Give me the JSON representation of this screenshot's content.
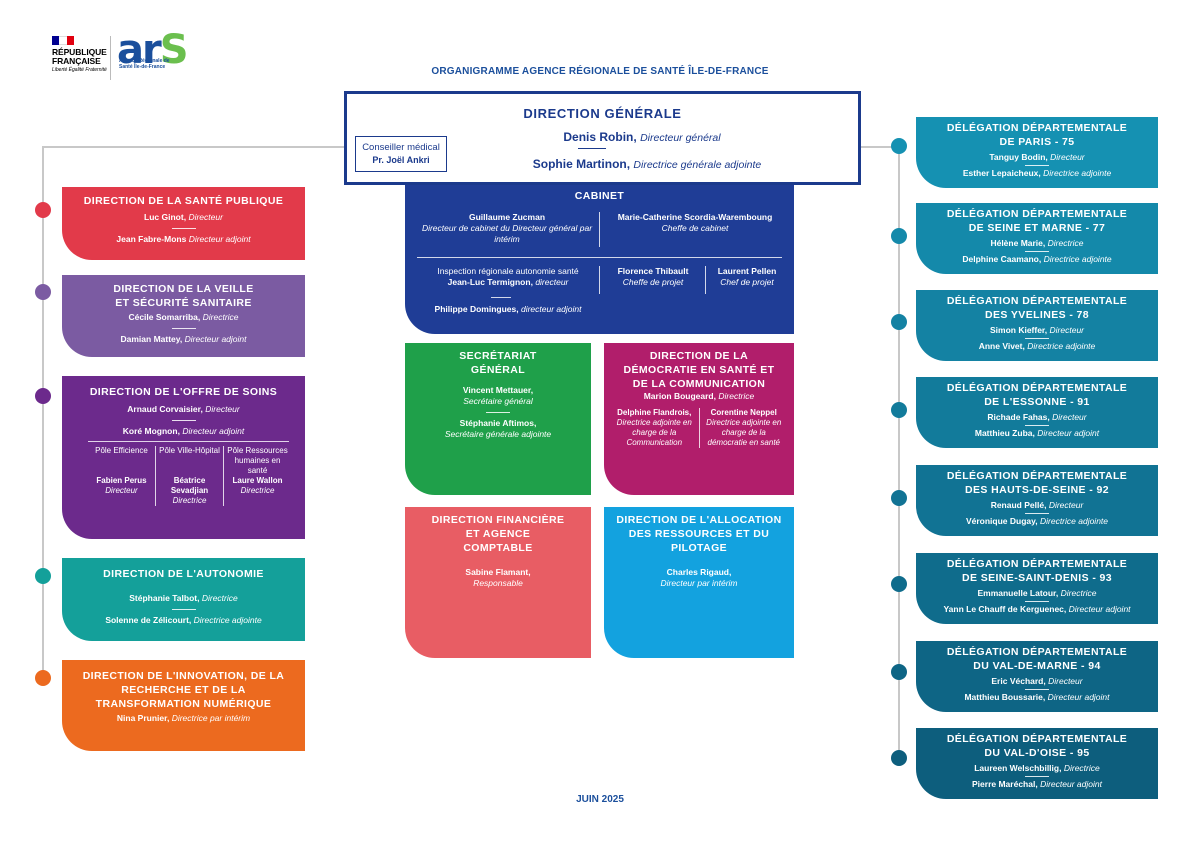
{
  "header": {
    "rf_name": "République Française",
    "rf_motto": "Liberté Égalité Fraternité",
    "ars_logo_a": "ar",
    "ars_logo_s": "S",
    "ars_sub": "Agence Régionale de Santé Île-de-France",
    "title": "ORGANIGRAMME AGENCE RÉGIONALE DE SANTÉ  ÎLE-DE-FRANCE",
    "date": "JUIN 2025"
  },
  "colors": {
    "navy": "#1b3a8c",
    "line": "#c8c8c8"
  },
  "dg": {
    "title": "DIRECTION GÉNÉRALE",
    "p1_name": "Denis Robin,",
    "p1_role": "Directeur général",
    "p2_name": "Sophie Martinon,",
    "p2_role": "Directrice générale adjointe",
    "cm_title": "Conseiller médical",
    "cm_name": "Pr. Joël Ankri"
  },
  "cabinet": {
    "title": "CABINET",
    "a_name": "Guillaume Zucman",
    "a_role": "Directeur de cabinet du Directeur général par intérim",
    "b_name": "Marie-Catherine Scordia-Waremboung",
    "b_role": "Cheffe de cabinet",
    "c_title": "Inspection régionale autonomie santé",
    "c_name": "Jean-Luc Termignon,",
    "c_role": "directeur",
    "d_name": "Florence Thibault",
    "d_role": "Cheffe de projet",
    "e_name": "Laurent Pellen",
    "e_role": "Chef de projet",
    "f_name": "Philippe Domingues,",
    "f_role": "directeur adjoint"
  },
  "left_boxes": [
    {
      "title": "DIRECTION DE LA SANTÉ PUBLIQUE",
      "a_name": "Luc Ginot,",
      "a_role": "Directeur",
      "b_name": "Jean Fabre-Mons",
      "b_role": "Directeur adjoint",
      "color": "#e23a4a"
    },
    {
      "title": "DIRECTION DE LA VEILLE ET SÉCURITÉ SANITAIRE",
      "a_name": "Cécile Somarriba,",
      "a_role": "Directrice",
      "b_name": "Damian Mattey,",
      "b_role": "Directeur adjoint",
      "color": "#7b5ba2"
    },
    {
      "title": "DIRECTION DE L'OFFRE DE SOINS",
      "a_name": "Arnaud Corvaisier,",
      "a_role": "Directeur",
      "b_name": "Koré Mognon,",
      "b_role": "Directeur adjoint",
      "color": "#6c2a8c",
      "poles": [
        {
          "title": "Pôle Efficience",
          "name": "Fabien Perus",
          "role": "Directeur"
        },
        {
          "title": "Pôle Ville-Hôpital",
          "name": "Béatrice Sevadjian",
          "role": "Directrice"
        },
        {
          "title": "Pôle Ressources humaines en santé",
          "name": "Laure Wallon",
          "role": "Directrice"
        }
      ]
    },
    {
      "title": "DIRECTION DE L'AUTONOMIE",
      "a_name": "Stéphanie Talbot,",
      "a_role": "Directrice",
      "b_name": "Solenne de Zélicourt,",
      "b_role": "Directrice adjointe",
      "color": "#14a09a"
    },
    {
      "title": "DIRECTION DE L'INNOVATION, DE LA RECHERCHE ET DE LA TRANSFORMATION NUMÉRIQUE",
      "a_name": "Nina Prunier,",
      "a_role": "Directrice par intérim",
      "color": "#ec6a1f"
    }
  ],
  "center_boxes": [
    {
      "title": "SECRÉTARIAT GÉNÉRAL",
      "a_name": "Vincent Mettauer,",
      "a_role": "Secrétaire général",
      "b_name": "Stéphanie Aftimos,",
      "b_role": "Secrétaire générale adjointe",
      "color": "#1fa04a"
    },
    {
      "title": "DIRECTION DE LA DÉMOCRATIE EN SANTÉ ET DE LA COMMUNICATION",
      "a_name": "Marion Bougeard,",
      "a_role": "Directrice",
      "b_name": "Delphine Flandrois,",
      "b_role": "Directrice adjointe en charge de la Communication",
      "c_name": "Corentine Neppel",
      "c_role": "Directrice adjointe en charge de la démocratie en santé",
      "color": "#b11e6b"
    },
    {
      "title": "DIRECTION FINANCIÈRE ET AGENCE COMPTABLE",
      "a_name": "Sabine Flamant,",
      "a_role": "Responsable",
      "color": "#e85d64"
    },
    {
      "title": "DIRECTION DE L'ALLOCATION DES RESSOURCES ET DU PILOTAGE",
      "a_name": "Charles Rigaud,",
      "a_role": "Directeur par intérim",
      "color": "#13a2df"
    }
  ],
  "right_boxes": [
    {
      "title": "DÉLÉGATION DÉPARTEMENTALE DE PARIS - 75",
      "a_name": "Tanguy Bodin,",
      "a_role": "Directeur",
      "b_name": "Esther Lepaicheux,",
      "b_role": "Directrice adjointe",
      "color": "#1591b2"
    },
    {
      "title": "DÉLÉGATION DÉPARTEMENTALE DE SEINE ET MARNE - 77",
      "a_name": "Hélène Marie,",
      "a_role": "Directrice",
      "b_name": "Delphine Caamano,",
      "b_role": "Directrice adjointe",
      "color": "#1489aa"
    },
    {
      "title": "DÉLÉGATION DÉPARTEMENTALE DES YVELINES - 78",
      "a_name": "Simon Kieffer,",
      "a_role": "Directeur",
      "b_name": "Anne Vivet,",
      "b_role": "Directrice adjointe",
      "color": "#1482a3"
    },
    {
      "title": "DÉLÉGATION DÉPARTEMENTALE DE L'ESSONNE - 91",
      "a_name": "Richade Fahas,",
      "a_role": "Directeur",
      "b_name": "Matthieu Zuba,",
      "b_role": "Directeur adjoint",
      "color": "#127b9b"
    },
    {
      "title": "DÉLÉGATION DÉPARTEMENTALE DES HAUTS-DE-SEINE - 92",
      "a_name": "Renaud Pellé,",
      "a_role": "Directeur",
      "b_name": "Véronique Dugay,",
      "b_role": "Directrice adjointe",
      "color": "#117394"
    },
    {
      "title": "DÉLÉGATION DÉPARTEMENTALE DE SEINE-SAINT-DENIS - 93",
      "a_name": "Emmanuelle Latour,",
      "a_role": "Directrice",
      "b_name": "Yann Le Chauff de Kerguenec,",
      "b_role": "Directeur adjoint",
      "color": "#0f6c8c"
    },
    {
      "title": "DÉLÉGATION DÉPARTEMENTALE DU VAL-DE-MARNE - 94",
      "a_name": "Eric Véchard,",
      "a_role": "Directeur",
      "b_name": "Matthieu Boussarie,",
      "b_role": "Directeur adjoint",
      "color": "#0e6585"
    },
    {
      "title": "DÉLÉGATION DÉPARTEMENTALE DU VAL-D'OISE - 95",
      "a_name": "Laureen Welschbillig,",
      "a_role": "Directrice",
      "b_name": "Pierre Maréchal,",
      "b_role": "Directeur adjoint",
      "color": "#0d5e7d"
    }
  ]
}
